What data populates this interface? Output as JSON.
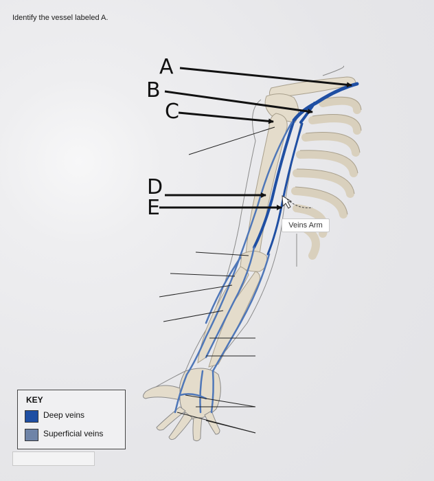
{
  "question": {
    "text": "Identify the vessel labeled A."
  },
  "diagram": {
    "labels": [
      "A",
      "B",
      "C",
      "D",
      "E"
    ],
    "veins_tag": "Veins Arm"
  },
  "key": {
    "title": "KEY",
    "items": [
      {
        "label": "Deep veins",
        "color": "#1f4fa3"
      },
      {
        "label": "Superficial veins",
        "color": "#6f84a8"
      }
    ]
  },
  "colors": {
    "bone": "#e4dccb",
    "deep_vein": "#1f4fa3",
    "superficial_vein": "#4f77b8"
  }
}
